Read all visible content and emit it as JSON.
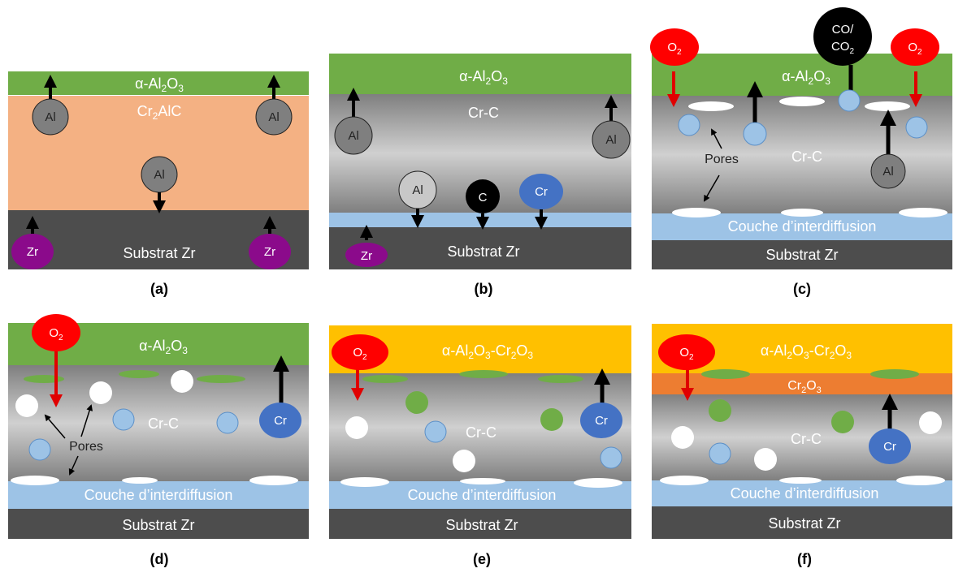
{
  "labels": {
    "al2o3_prefix": "α-Al",
    "cr2alc_prefix": "Cr",
    "cr2alc_suffix": "AlC",
    "crc": "Cr-C",
    "substrate": "Substrat Zr",
    "interdiffusion": "Couche d’interdiffusion",
    "pores": "Pores",
    "al": "Al",
    "zr": "Zr",
    "c": "C",
    "cr": "Cr",
    "o": "O",
    "co_line1": "CO/",
    "co_line2": "CO",
    "sub2": "2",
    "sub3": "3",
    "mixed_mid": "-Cr",
    "cr2o3_prefix": "Cr"
  },
  "captions": [
    "(a)",
    "(b)",
    "(c)",
    "(d)",
    "(e)",
    "(f)"
  ],
  "colors": {
    "alumina_green": "#70ad47",
    "cr2alc_orange": "#f4b183",
    "crc_gray": "#a6a6a6",
    "substrate_dark": "#4d4d4d",
    "interdiffusion_blue": "#9dc3e6",
    "mixed_oxide_yellow": "#ffc000",
    "cr2o3_orange": "#ed7d31",
    "zr_purple": "#8b0a8b",
    "o2_red": "#ff0000",
    "cr_blue": "#4472c4",
    "pore_blue": "#9dc3e6"
  }
}
